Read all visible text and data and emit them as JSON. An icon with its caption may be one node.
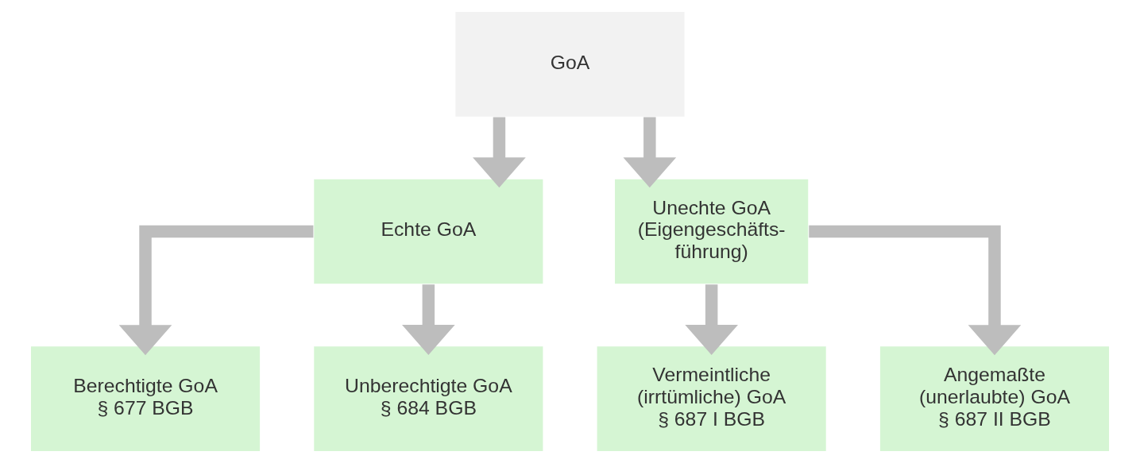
{
  "diagram": {
    "nodes": [
      {
        "text": [
          "GoA"
        ]
      },
      {
        "text": [
          "Echte GoA"
        ]
      },
      {
        "text": [
          "Unechte GoA (Eigengeschäfts- führung)"
        ]
      },
      {
        "text": [
          "Berechtigte GoA",
          "§ 677 BGB"
        ]
      },
      {
        "text": [
          "Unberechtigte GoA",
          "§ 684 BGB"
        ]
      },
      {
        "text": [
          "Vermeintliche (irrtümliche) GoA",
          "§ 687 I BGB"
        ]
      },
      {
        "text": [
          "Angemaßte (unerlaubte) GoA",
          "§ 687 II BGB"
        ]
      }
    ],
    "edges": [
      {
        "from": 0,
        "to": 1,
        "arrow": "to"
      },
      {
        "from": 0,
        "to": 2,
        "arrow": "to"
      },
      {
        "from": 1,
        "to": 3,
        "arrow": "to"
      },
      {
        "from": 1,
        "to": 4,
        "arrow": "to"
      },
      {
        "from": 2,
        "to": 5,
        "arrow": "to"
      },
      {
        "from": 2,
        "to": 6,
        "arrow": "to"
      }
    ]
  }
}
